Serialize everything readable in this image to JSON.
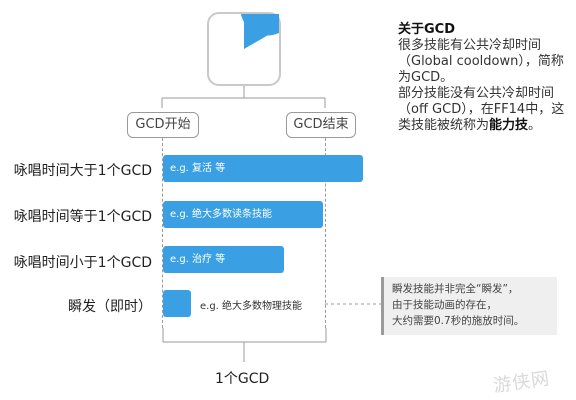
{
  "header": {
    "start_label": "GCD开始",
    "end_label": "GCD结束"
  },
  "rows": [
    {
      "label": "咏唱时间大于1个GCD",
      "example": "e.g. 复活 等"
    },
    {
      "label": "咏唱时间等于1个GCD",
      "example": "e.g. 绝大多数读条技能"
    },
    {
      "label": "咏唱时间小于1个GCD",
      "example": "e.g. 治疗 等"
    },
    {
      "label": "瞬发（即时）",
      "example": "e.g. 绝大多数物理技能"
    }
  ],
  "footer": {
    "gcd_label": "1个GCD"
  },
  "about": {
    "title": "关于GCD",
    "line1": "很多技能有公共冷却时间",
    "line2": "（Global cooldown），简称为GCD。",
    "line3": "部分技能没有公共冷却时间（off GCD），在FF14中，这类技能被统称为",
    "line3_bold": "能力技",
    "line3_end": "。"
  },
  "instant_note": {
    "line1": "瞬发技能并非完全“瞬发”，",
    "line2": "由于技能动画的存在，",
    "line3": "大约需要0.7秒的施放时间。"
  },
  "watermark": "游侠网",
  "colors": {
    "bar": "#3aa0e3",
    "pie": "#3aa0e3"
  }
}
